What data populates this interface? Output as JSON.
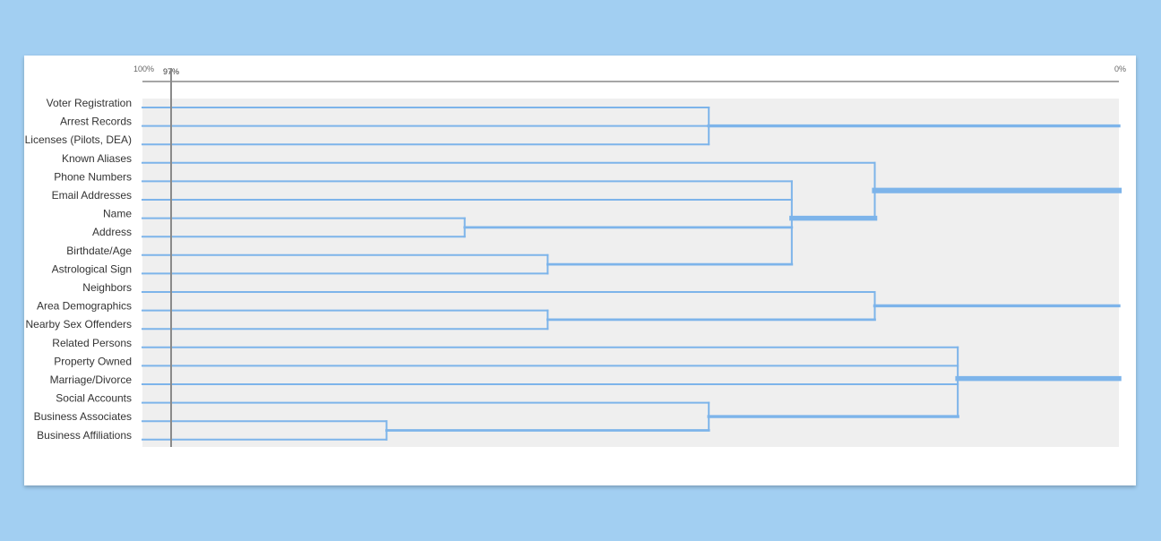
{
  "chart_data": {
    "type": "dendrogram",
    "orientation": "right-to-left",
    "x_axis": {
      "min_label": "100%",
      "max_label": "0%",
      "marker_label": "97%",
      "marker_value": 97,
      "range": [
        100,
        0
      ]
    },
    "leaves": [
      "Voter Registration",
      "Arrest Records",
      "Licenses (Pilots, DEA)",
      "Known Aliases",
      "Phone Numbers",
      "Email Addresses",
      "Name",
      "Address",
      "Birthdate/Age",
      "Astrological Sign",
      "Neighbors",
      "Area Demographics",
      "Nearby Sex Offenders",
      "Related Persons",
      "Property Owned",
      "Marriage/Divorce",
      "Social Accounts",
      "Business Associates",
      "Business Affiliations"
    ],
    "merges": [
      {
        "id": "m1",
        "children": [
          0,
          1,
          2
        ],
        "similarity": 42
      },
      {
        "id": "m2",
        "children": [
          6,
          7
        ],
        "similarity": 67
      },
      {
        "id": "m3",
        "children": [
          8,
          9
        ],
        "similarity": 58.5
      },
      {
        "id": "m4",
        "children": [
          4,
          5,
          "m2",
          "m3"
        ],
        "similarity": 33.5
      },
      {
        "id": "m5",
        "children": [
          3,
          "m4"
        ],
        "similarity": 25
      },
      {
        "id": "m6",
        "children": [
          11,
          12
        ],
        "similarity": 58.5
      },
      {
        "id": "m7",
        "children": [
          10,
          "m6"
        ],
        "similarity": 25
      },
      {
        "id": "m8",
        "children": [
          17,
          18
        ],
        "similarity": 75
      },
      {
        "id": "m9",
        "children": [
          16,
          "m8"
        ],
        "similarity": 42
      },
      {
        "id": "m10",
        "children": [
          13,
          14,
          15,
          "m9"
        ],
        "similarity": 16.5
      }
    ],
    "roots": [
      "m1",
      "m5",
      "m7",
      "m10"
    ],
    "line_color": "#7db4ea"
  }
}
